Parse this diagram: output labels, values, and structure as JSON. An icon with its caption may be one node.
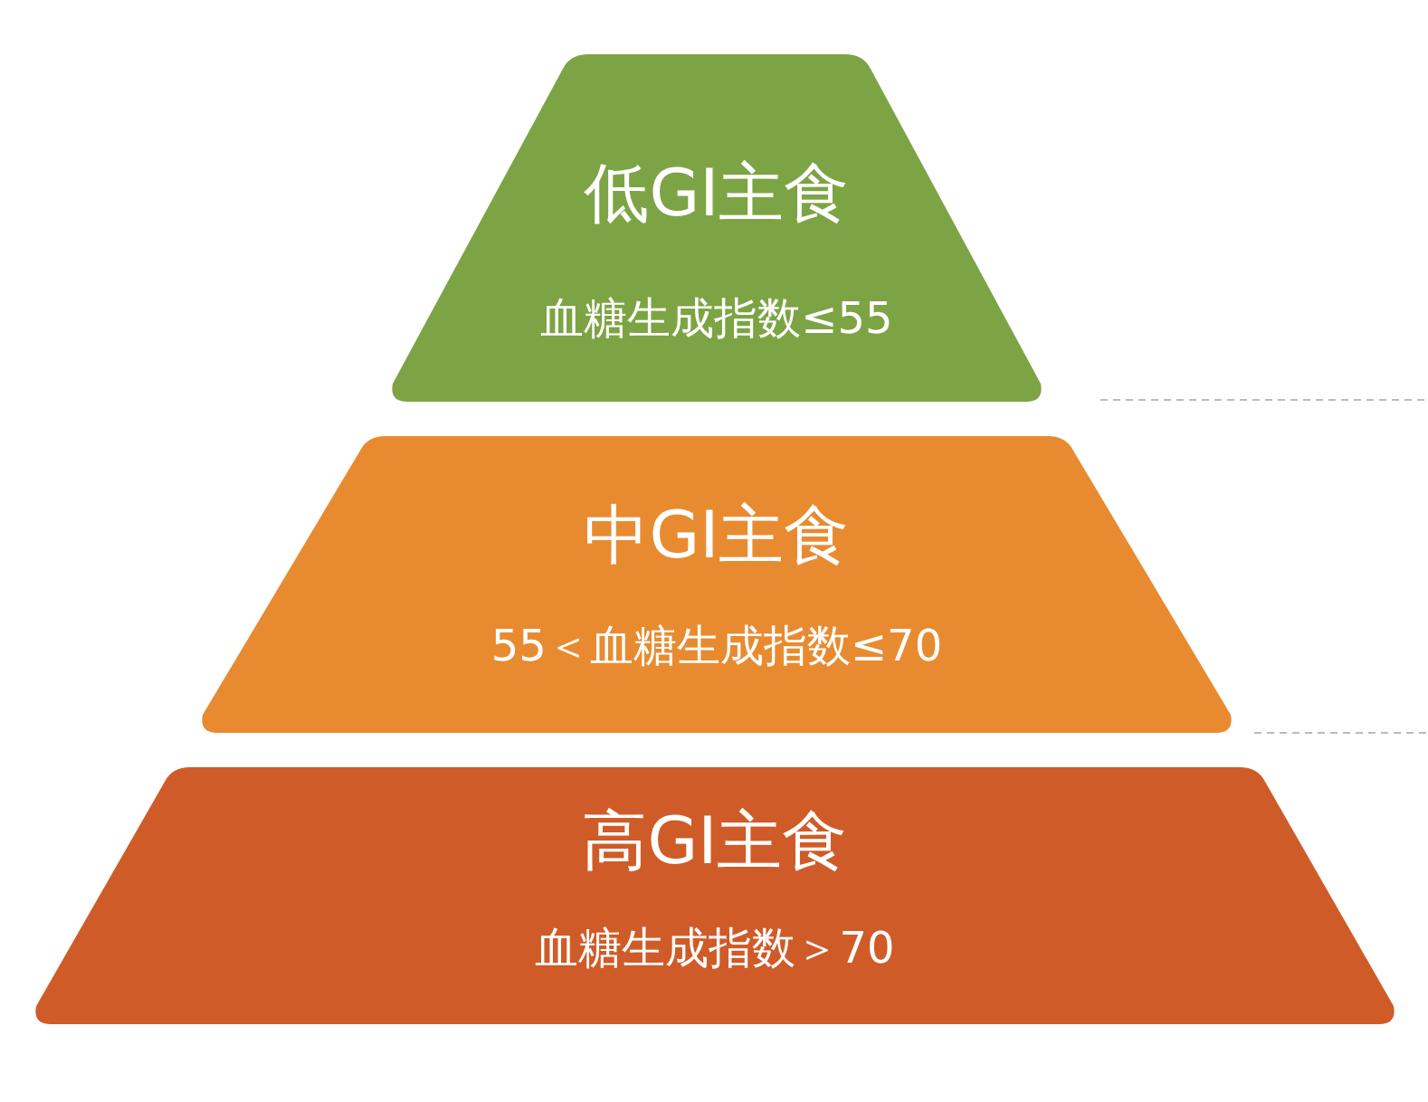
{
  "diagram": {
    "nodes": [
      {
        "text": [
          "低GI主食",
          "血糖生成指数≤55"
        ]
      },
      {
        "text": [
          "中GI主食",
          "55＜血糖生成指数≤70"
        ]
      },
      {
        "text": [
          "高GI主食",
          "血糖生成指数＞70"
        ]
      }
    ]
  }
}
